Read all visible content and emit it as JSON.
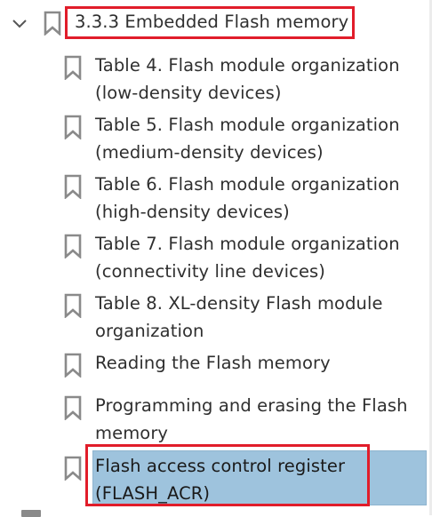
{
  "bookmarks": {
    "parent": {
      "label": "3.3.3 Embedded Flash memory",
      "expanded": true,
      "icon": "chevron-down-icon"
    },
    "children": [
      {
        "label": "Table 4. Flash module organization\n(low-density devices)",
        "selected": false
      },
      {
        "label": "Table 5. Flash module organization\n(medium-density devices)",
        "selected": false
      },
      {
        "label": "Table 6. Flash module organization\n(high-density devices)",
        "selected": false
      },
      {
        "label": "Table 7. Flash module organization\n(connectivity line devices)",
        "selected": false
      },
      {
        "label": "Table 8. XL-density Flash module\norganization",
        "selected": false
      },
      {
        "label": "Reading the Flash memory",
        "selected": false
      },
      {
        "label": "Programming and erasing the Flash\nmemory",
        "selected": false
      },
      {
        "label": "Flash access control register\n(FLASH_ACR)",
        "selected": true
      }
    ]
  },
  "colors": {
    "annotation": "#e11d2a",
    "selection": "#9ec3dd",
    "bookmark_icon": "#8a8a8a",
    "text": "#2f2f2f"
  }
}
